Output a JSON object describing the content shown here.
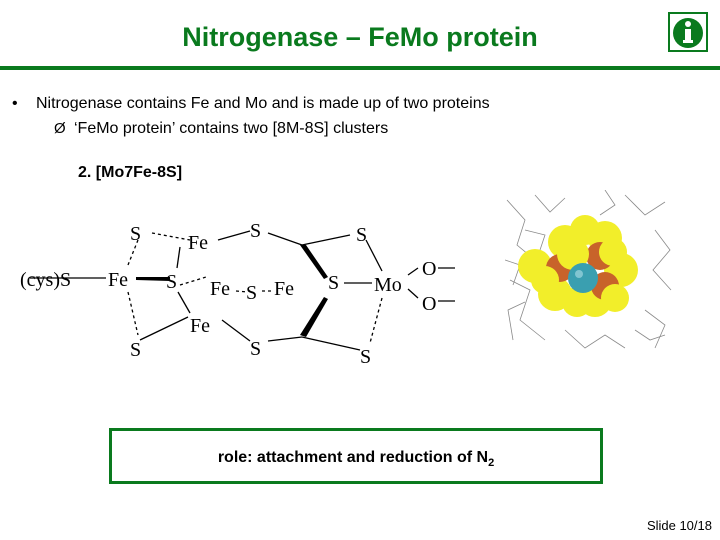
{
  "title": "Nitrogenase – FeMo protein",
  "bullet_symbol": "•",
  "bullet_text": "Nitrogenase contains Fe and Mo and is made up of two proteins",
  "sub_arrow": "Ø",
  "sub_text": "‘FeMo protein’ contains two [8M-8S] clusters",
  "item_label": "2.  [Mo7Fe-8S]",
  "role_text": "role: attachment and reduction of N",
  "role_subscript": "2",
  "slide_number": "Slide 10/18",
  "structure": {
    "s_top_left": "S",
    "fe_top": "Fe",
    "s_top_mid": "S",
    "s_top_right": "S",
    "cys_s": "(cys)S",
    "fe_left": "Fe",
    "s_mid_left": "S",
    "fe_center_left": "Fe",
    "s_center": "S",
    "fe_center_right": "Fe",
    "s_mid_right": "S",
    "mo": "Mo",
    "o_top": "O",
    "o_bottom": "O",
    "s_bottom_left": "S",
    "fe_bottom": "Fe",
    "s_bottom_mid": "S",
    "s_bottom_right": "S"
  },
  "colors": {
    "accent": "#0a7a1e",
    "sphere_yellow": "#f2ee2a",
    "sphere_orange": "#c8632a",
    "sphere_teal": "#3a9fb0"
  },
  "icons": {
    "info": "info-icon"
  }
}
